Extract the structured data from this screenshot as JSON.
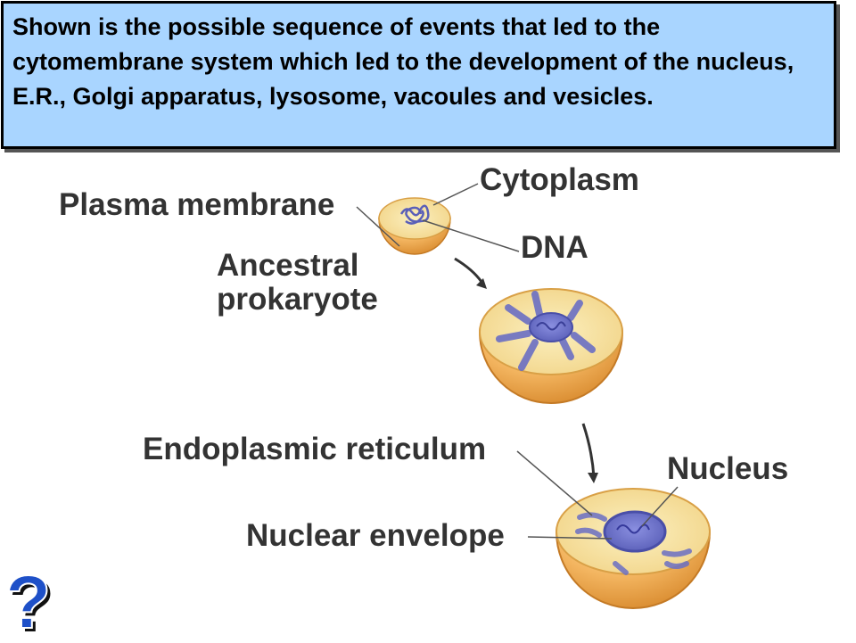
{
  "caption": {
    "text": "Shown is the possible sequence of events that led to the cytomembrane system which led to the development of the nucleus, E.R., Golgi apparatus, lysosome, vacoules and vesicles."
  },
  "labels": {
    "plasma_membrane": "Plasma membrane",
    "cytoplasm": "Cytoplasm",
    "dna": "DNA",
    "ancestral_line1": "Ancestral",
    "ancestral_line2": "prokaryote",
    "er": "Endoplasmic reticulum",
    "nucleus": "Nucleus",
    "nuclear_envelope": "Nuclear envelope"
  },
  "help_button": {
    "icon": "question-mark-icon",
    "glyph": "?"
  },
  "colors": {
    "caption_bg": "#a9d5ff",
    "cell_orange": "#f1ad55",
    "cell_inner": "#f7e39a",
    "membrane_purple": "#6b6fc4",
    "help_blue": "#1e50c8"
  }
}
